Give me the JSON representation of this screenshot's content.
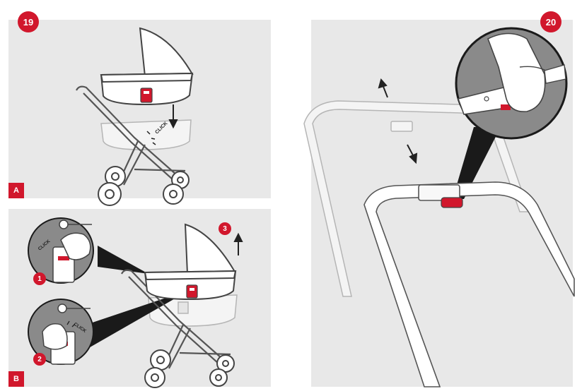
{
  "steps": {
    "left": "19",
    "right": "20"
  },
  "panels": {
    "a": "A",
    "b": "B"
  },
  "sub_steps": {
    "one": "1",
    "two": "2",
    "three": "3"
  },
  "sound_text": "CLICK",
  "colors": {
    "accent": "#d1172c",
    "panel_bg": "#e8e8e8",
    "line": "#555555",
    "ghost": "#b5b5b5"
  }
}
